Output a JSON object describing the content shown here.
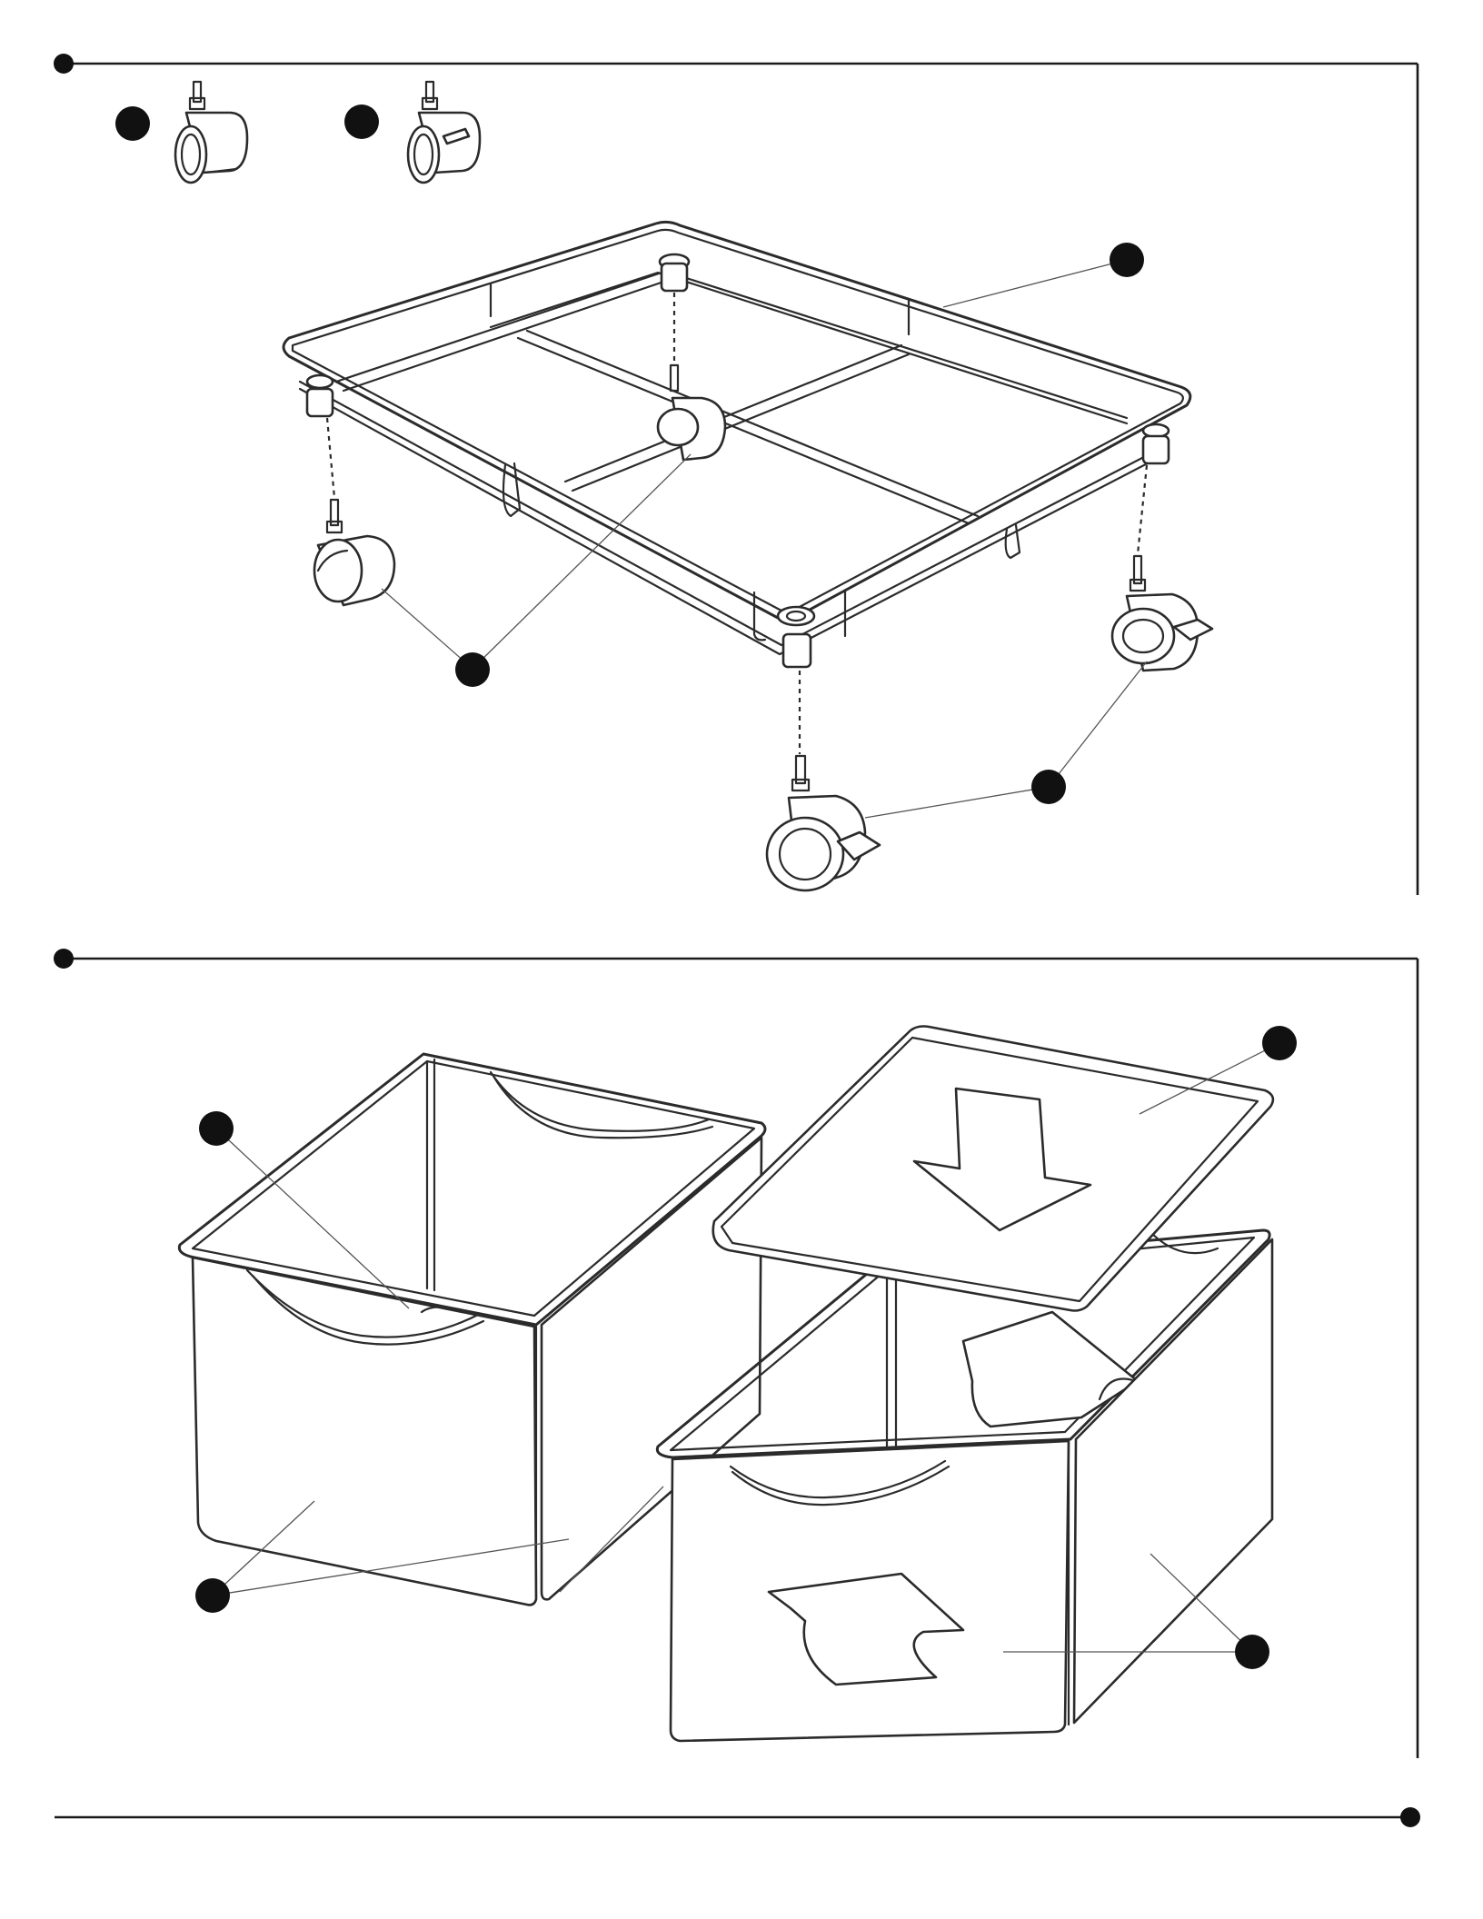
{
  "colors": {
    "line": "#2b2b2b",
    "callout": "#111111",
    "background": "#ffffff"
  },
  "steps": [
    {
      "id": "step-1",
      "parts": [
        "caster-plain",
        "caster-locking",
        "wire-base-frame"
      ]
    },
    {
      "id": "step-2",
      "parts": [
        "storage-bin",
        "bin-lid"
      ]
    }
  ],
  "icons": [
    "callout-dot",
    "direction-arrow",
    "rotate-arrow",
    "caster-wheel",
    "brake-tab"
  ]
}
